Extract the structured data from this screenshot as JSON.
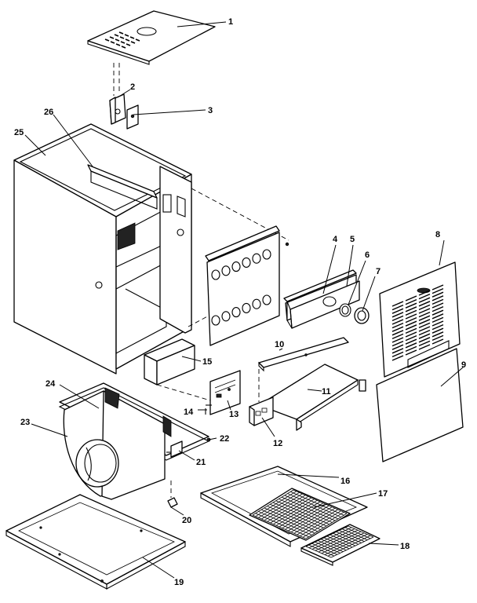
{
  "callouts": [
    {
      "id": "p1",
      "text": "1"
    },
    {
      "id": "p2",
      "text": "2"
    },
    {
      "id": "p3",
      "text": "3"
    },
    {
      "id": "p4",
      "text": "4"
    },
    {
      "id": "p5",
      "text": "5"
    },
    {
      "id": "p6",
      "text": "6"
    },
    {
      "id": "p7",
      "text": "7"
    },
    {
      "id": "p8",
      "text": "8"
    },
    {
      "id": "p9",
      "text": "9"
    },
    {
      "id": "p10",
      "text": "10"
    },
    {
      "id": "p11",
      "text": "11"
    },
    {
      "id": "p12",
      "text": "12"
    },
    {
      "id": "p13",
      "text": "13"
    },
    {
      "id": "p14",
      "text": "14"
    },
    {
      "id": "p15",
      "text": "15"
    },
    {
      "id": "p16",
      "text": "16"
    },
    {
      "id": "p17",
      "text": "17"
    },
    {
      "id": "p18",
      "text": "18"
    },
    {
      "id": "p19",
      "text": "19"
    },
    {
      "id": "p20",
      "text": "20"
    },
    {
      "id": "p21",
      "text": "21"
    },
    {
      "id": "p22",
      "text": "22"
    },
    {
      "id": "p23",
      "text": "23"
    },
    {
      "id": "p24",
      "text": "24"
    },
    {
      "id": "p25",
      "text": "25"
    },
    {
      "id": "p26",
      "text": "26"
    }
  ]
}
